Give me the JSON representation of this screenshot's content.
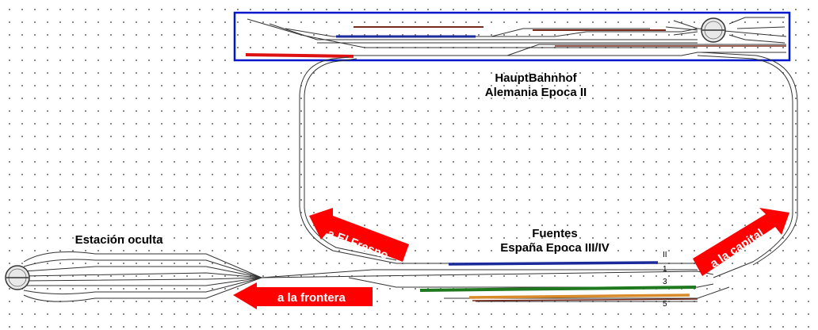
{
  "stations": {
    "main": {
      "name": "HauptBahnhof",
      "subtitle": "Alemania Epoca II"
    },
    "fuentes": {
      "name": "Fuentes",
      "subtitle": "España Epoca III/IV"
    },
    "hidden": {
      "name": "Estación oculta"
    }
  },
  "arrows": {
    "el_fresno": "a El Fresno",
    "capital": "a la capital",
    "frontera": "a la frontera"
  },
  "track_numbers": {
    "t2": "II",
    "t1": "1",
    "t3": "3",
    "t5": "5"
  },
  "colors": {
    "frame": "#0016cc",
    "arrow": "#ff0000",
    "track": "#333333",
    "siding_blue": "#1a2a9a",
    "siding_green": "#1f7a1f",
    "siding_orange": "#d98a2b",
    "siding_red": "#dd1111",
    "siding_brown": "#7a2a1a"
  }
}
